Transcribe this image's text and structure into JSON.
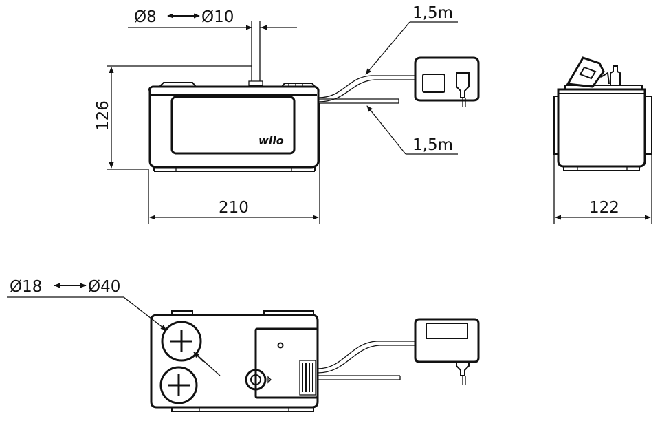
{
  "dimensions": {
    "hose_diameter_range": {
      "min": "Ø8",
      "max": "Ø10"
    },
    "power_cable_length": "1,5m",
    "outlet_hose_length": "1,5m",
    "height": "126",
    "width": "210",
    "depth": "122",
    "inlet_diameter_range": {
      "min": "Ø18",
      "max": "Ø40"
    }
  },
  "brand": {
    "logo_text": "wilo"
  },
  "colors": {
    "line": "#111111",
    "background": "#ffffff"
  }
}
